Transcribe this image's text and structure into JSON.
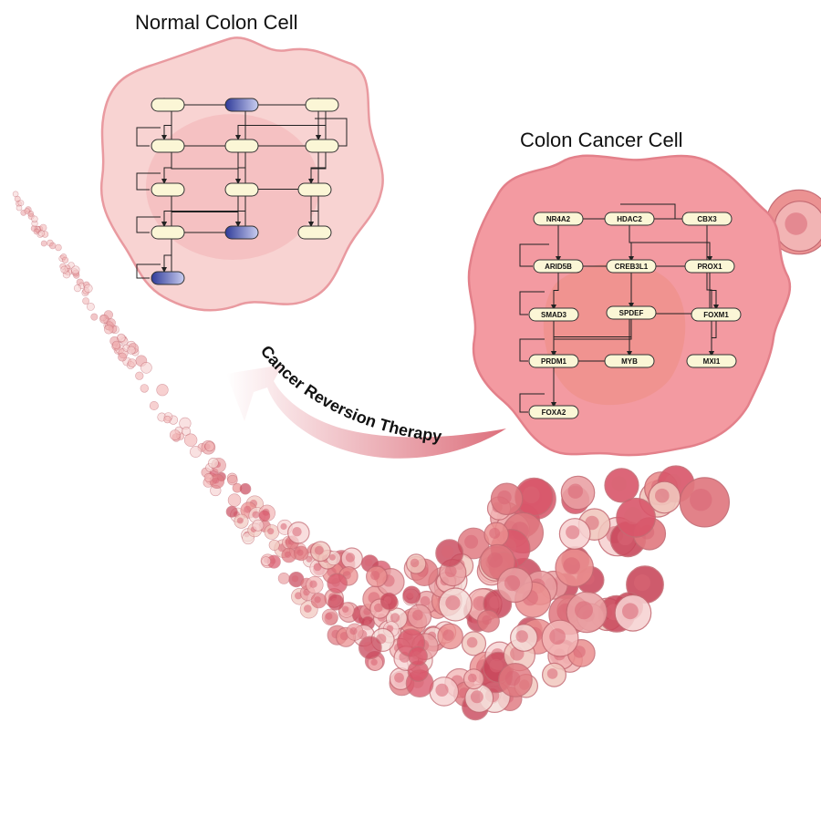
{
  "titles": {
    "normal": "Normal Colon Cell",
    "cancer": "Colon Cancer Cell"
  },
  "therapy_label": "Cancer Reversion Therapy",
  "genes": [
    "NR4A2",
    "HDAC2",
    "CBX3",
    "ARID5B",
    "CREB3L1",
    "PROX1",
    "SMAD3",
    "SPDEF",
    "FOXM1",
    "PRDM1",
    "MYB",
    "MXI1",
    "FOXA2"
  ],
  "colors": {
    "normal_cell": "#f7d0cf",
    "cancer_cell": "#f29aa0",
    "node_fill": "#fbf6d6",
    "node_active": "#3b4aa8",
    "edge": "#222222",
    "arrow_band": "#e07b86"
  }
}
